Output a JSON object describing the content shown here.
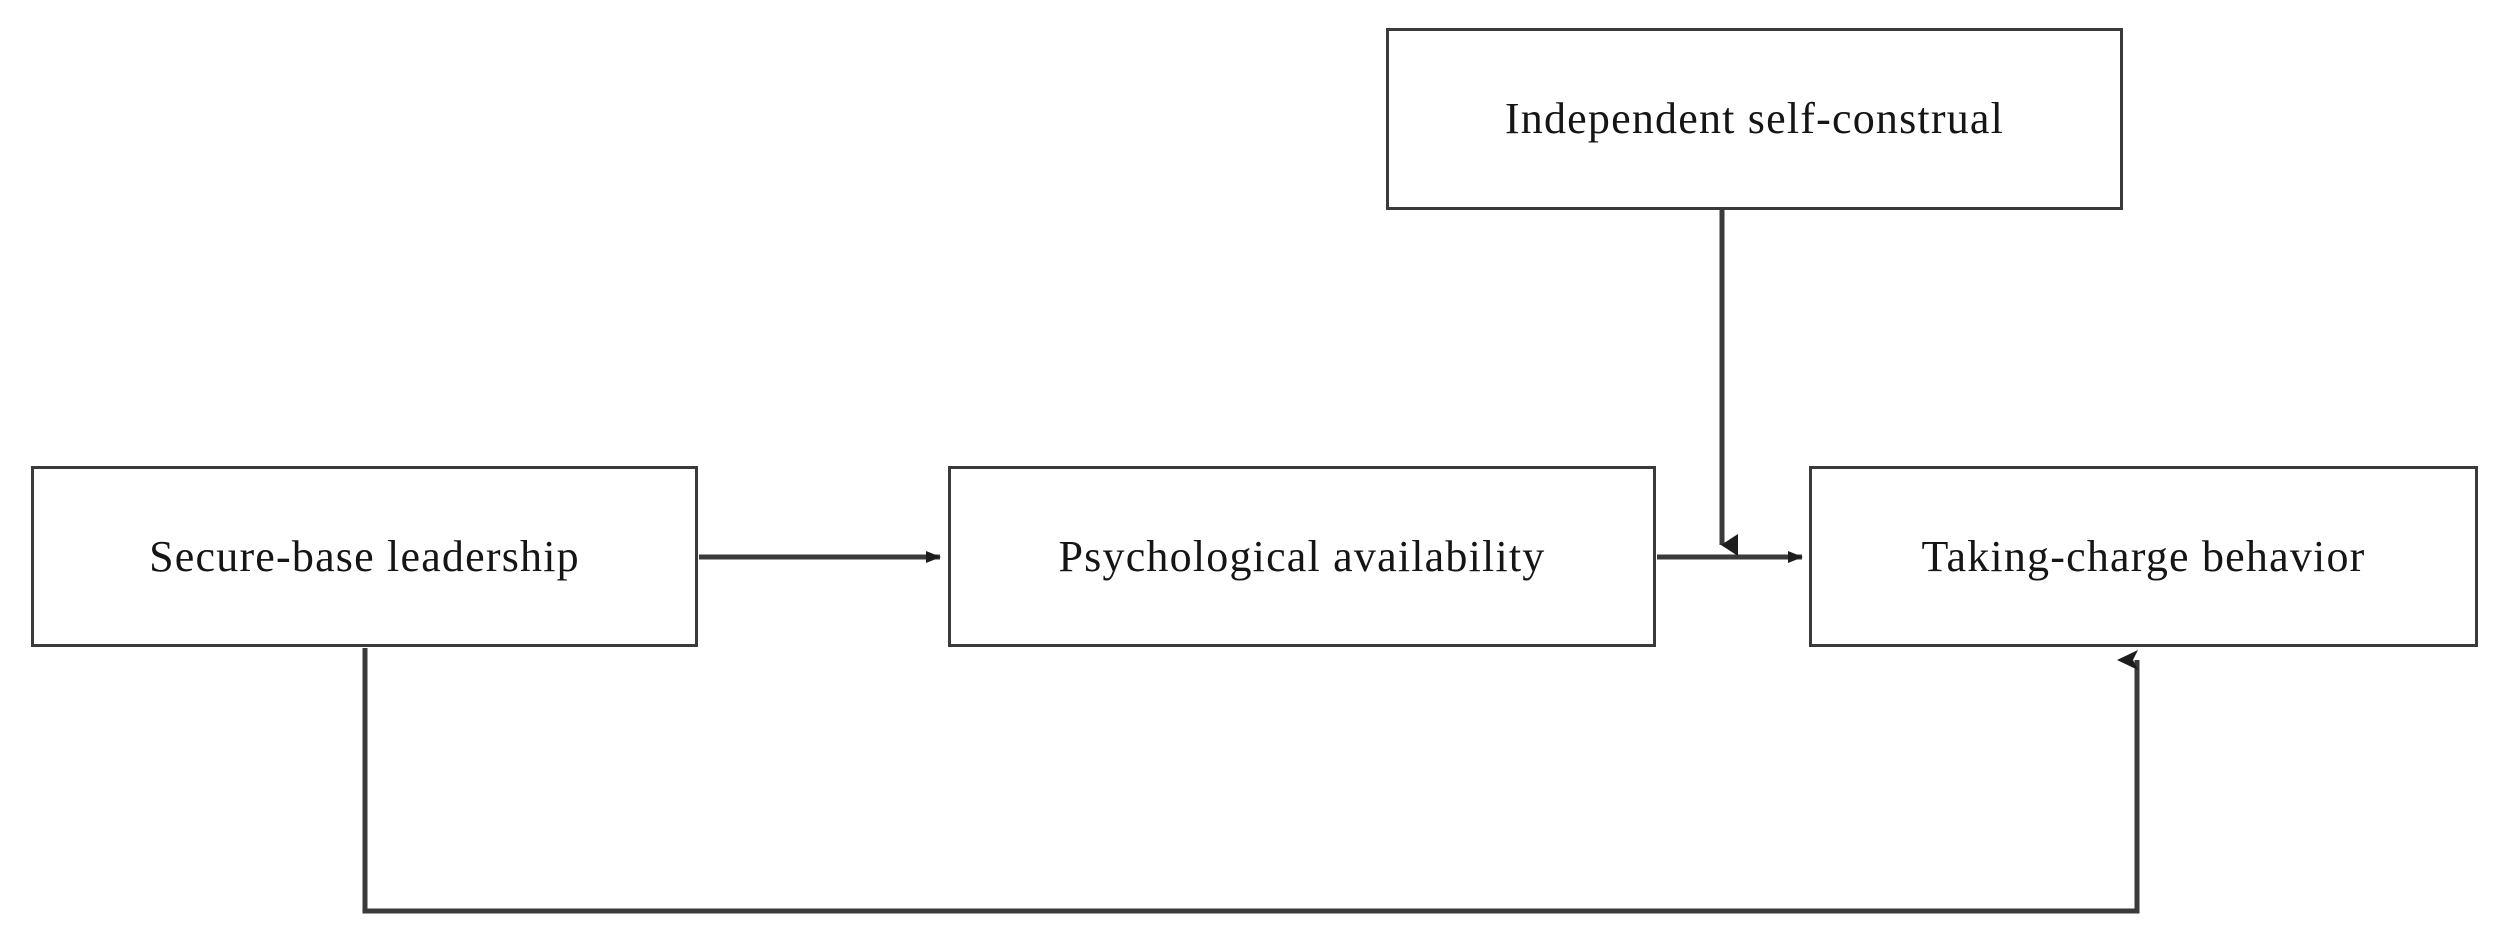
{
  "diagram": {
    "title": "Secure-base leadership research model",
    "background_color": "#ffffff",
    "line_color": "#3a3a3a",
    "text_color": "#151515",
    "nodes": [
      {
        "id": "independent_self_construal",
        "label": "Independent self-construal",
        "shape": "rectangle"
      },
      {
        "id": "secure_base_leadership",
        "label": "Secure-base leadership",
        "shape": "rectangle"
      },
      {
        "id": "psychological_availability",
        "label": "Psychological availability",
        "shape": "rectangle"
      },
      {
        "id": "taking_charge_behavior",
        "label": "Taking-charge behavior",
        "shape": "rectangle"
      }
    ],
    "edges": [
      {
        "id": "edge_leadership_to_availability",
        "from": "secure_base_leadership",
        "to": "psychological_availability",
        "style": "solid",
        "arrowhead": "filled-triangle",
        "route": "straight-horizontal"
      },
      {
        "id": "edge_availability_to_taking_charge",
        "from": "psychological_availability",
        "to": "taking_charge_behavior",
        "style": "solid",
        "arrowhead": "filled-triangle",
        "route": "straight-horizontal"
      },
      {
        "id": "edge_self_construal_moderator",
        "from": "independent_self_construal",
        "to": "edge_availability_to_taking_charge",
        "style": "solid",
        "arrowhead": "filled-triangle",
        "route": "vertical-down-onto-path",
        "role": "moderation"
      },
      {
        "id": "edge_leadership_to_taking_charge",
        "from": "secure_base_leadership",
        "to": "taking_charge_behavior",
        "style": "solid",
        "arrowhead": "filled-triangle",
        "route": "orthogonal-below",
        "role": "direct effect"
      }
    ]
  }
}
